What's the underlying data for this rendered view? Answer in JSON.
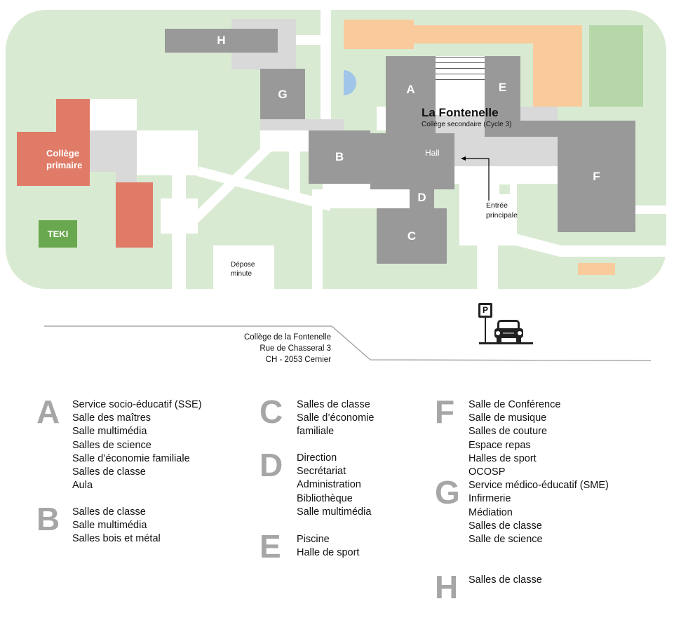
{
  "map": {
    "title": "La Fontenelle",
    "subtitle": "Collège secondaire (Cycle 3)",
    "hall": "Hall",
    "entrance": [
      "Entrée",
      "principale"
    ],
    "drop_off": [
      "Dépose",
      "minute"
    ],
    "primary_school": [
      "Collège",
      "primaire"
    ],
    "teki": "TEKI",
    "buildings": {
      "A": "A",
      "B": "B",
      "C": "C",
      "D": "D",
      "E": "E",
      "F": "F",
      "G": "G",
      "H": "H"
    },
    "parking_icon": "parking-car-icon",
    "colors": {
      "grass": "#d9ead3",
      "building": "#999999",
      "covered": "#d9d9d9",
      "primary": "#e07b67",
      "sport": "#f9cb9c",
      "field": "#b6d7a8",
      "pool": "#9fc5e8",
      "teki": "#6aa84f"
    }
  },
  "address": [
    "Collège de la Fontenelle",
    "Rue de Chasseral 3",
    "CH - 2053 Cernier"
  ],
  "parking_letter": "P",
  "legend": [
    {
      "letter": "A",
      "items": [
        "Service socio-éducatif (SSE)",
        "Salle des maîtres",
        "Salle multimédia",
        "Salles de science",
        "Salle d’économie familiale",
        "Salles de classe",
        "Aula"
      ]
    },
    {
      "letter": "B",
      "items": [
        "Salles de classe",
        "Salle multimédia",
        "Salles bois et métal"
      ]
    },
    {
      "letter": "C",
      "items": [
        "Salles de classe",
        "Salle d’économie",
        "familiale"
      ]
    },
    {
      "letter": "D",
      "items": [
        "Direction",
        "Secrétariat",
        "Administration",
        "Bibliothèque",
        "Salle multimédia"
      ]
    },
    {
      "letter": "E",
      "items": [
        "Piscine",
        "Halle de sport"
      ]
    },
    {
      "letter": "F",
      "items": [
        "Salle de Conférence",
        "Salle de musique",
        "Salles de couture",
        "Espace repas",
        "Halles de sport"
      ]
    },
    {
      "letter": "G",
      "items": [
        "OCOSP",
        "Service médico-éducatif (SME)",
        "Infirmerie",
        "Médiation",
        "Salles de classe",
        "Salle de science"
      ]
    },
    {
      "letter": "H",
      "items": [
        "Salles de classe"
      ]
    }
  ]
}
